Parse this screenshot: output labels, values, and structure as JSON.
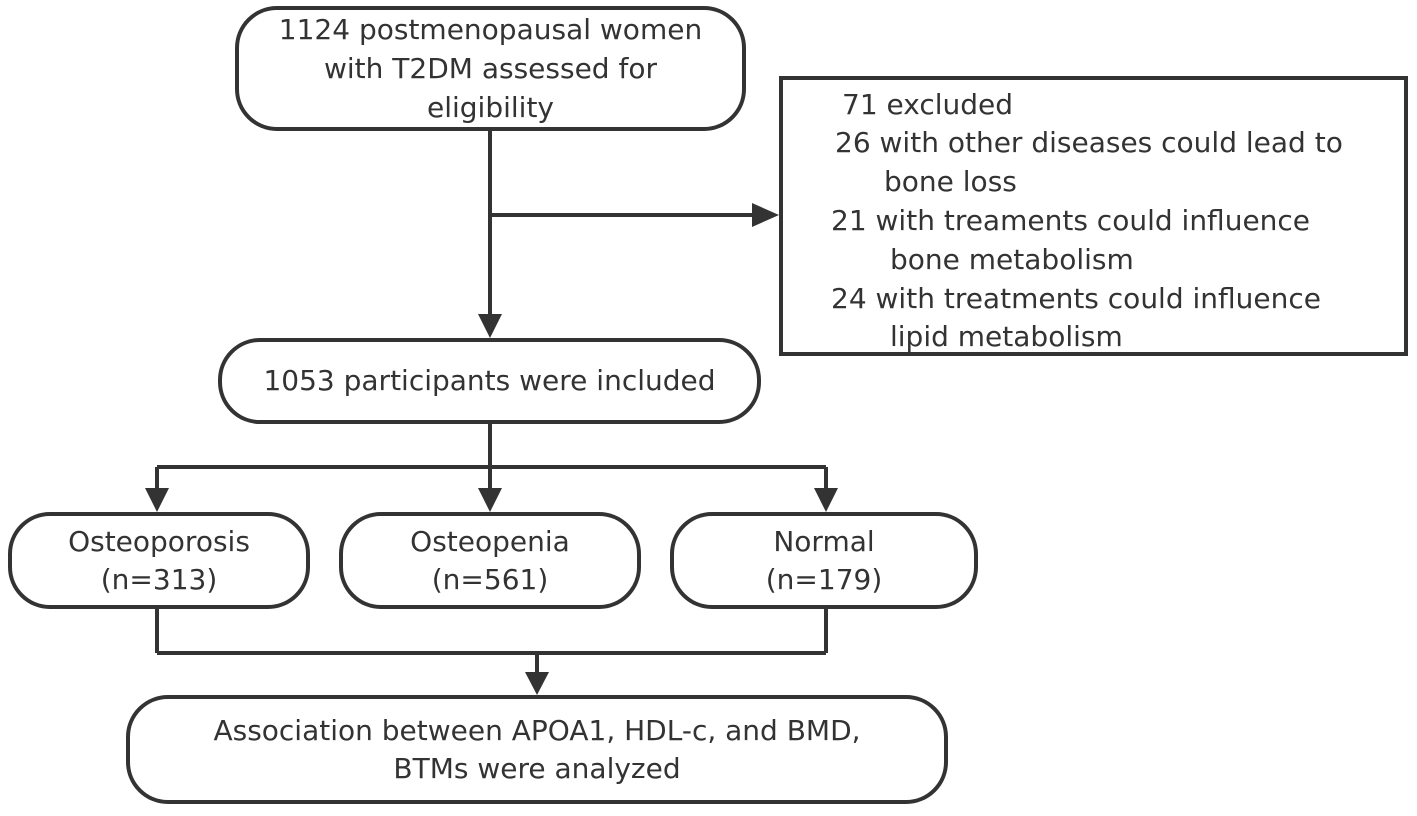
{
  "flowchart": {
    "enrollment": {
      "lines": [
        "1124 postmenopausal women",
        "with T2DM assessed for",
        "eligibility"
      ]
    },
    "excluded": {
      "lines": [
        "71 excluded",
        "26 with other diseases could lead to",
        "bone loss",
        "21 with  treaments could influence",
        "bone metabolism",
        "24 with  treatments could influence",
        "lipid metabolism"
      ]
    },
    "included": {
      "text": "1053 participants were included"
    },
    "groups": [
      {
        "name": "Osteoporosis",
        "count": "(n=313)"
      },
      {
        "name": "Osteopenia",
        "count": "(n=561)"
      },
      {
        "name": "Normal",
        "count": "(n=179)"
      }
    ],
    "analysis": {
      "lines": [
        "Association between APOA1, HDL-c, and BMD,",
        "BTMs were analyzed"
      ]
    }
  },
  "colors": {
    "stroke": "#333333",
    "background": "#ffffff"
  }
}
